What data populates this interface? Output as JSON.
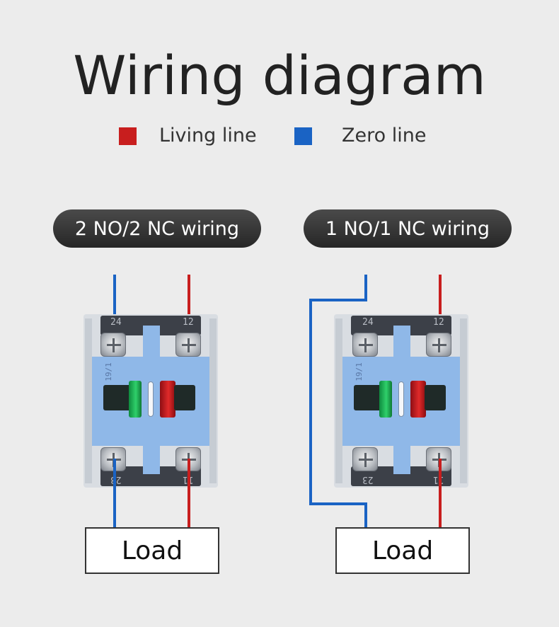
{
  "title": "Wiring diagram",
  "legend": [
    {
      "label": "Living line",
      "color": "#c81e1e"
    },
    {
      "label": "Zero line",
      "color": "#1a63c4"
    }
  ],
  "diagrams": [
    {
      "label": "2 NO/2 NC wiring",
      "terminals": {
        "top_left": "24",
        "top_right": "12",
        "bottom_left": "23",
        "bottom_right": "11"
      },
      "mark": "19/1",
      "load": "Load"
    },
    {
      "label": "1 NO/1 NC wiring",
      "terminals": {
        "top_left": "24",
        "top_right": "12",
        "bottom_left": "23",
        "bottom_right": "11"
      },
      "mark": "19/1",
      "load": "Load"
    }
  ]
}
